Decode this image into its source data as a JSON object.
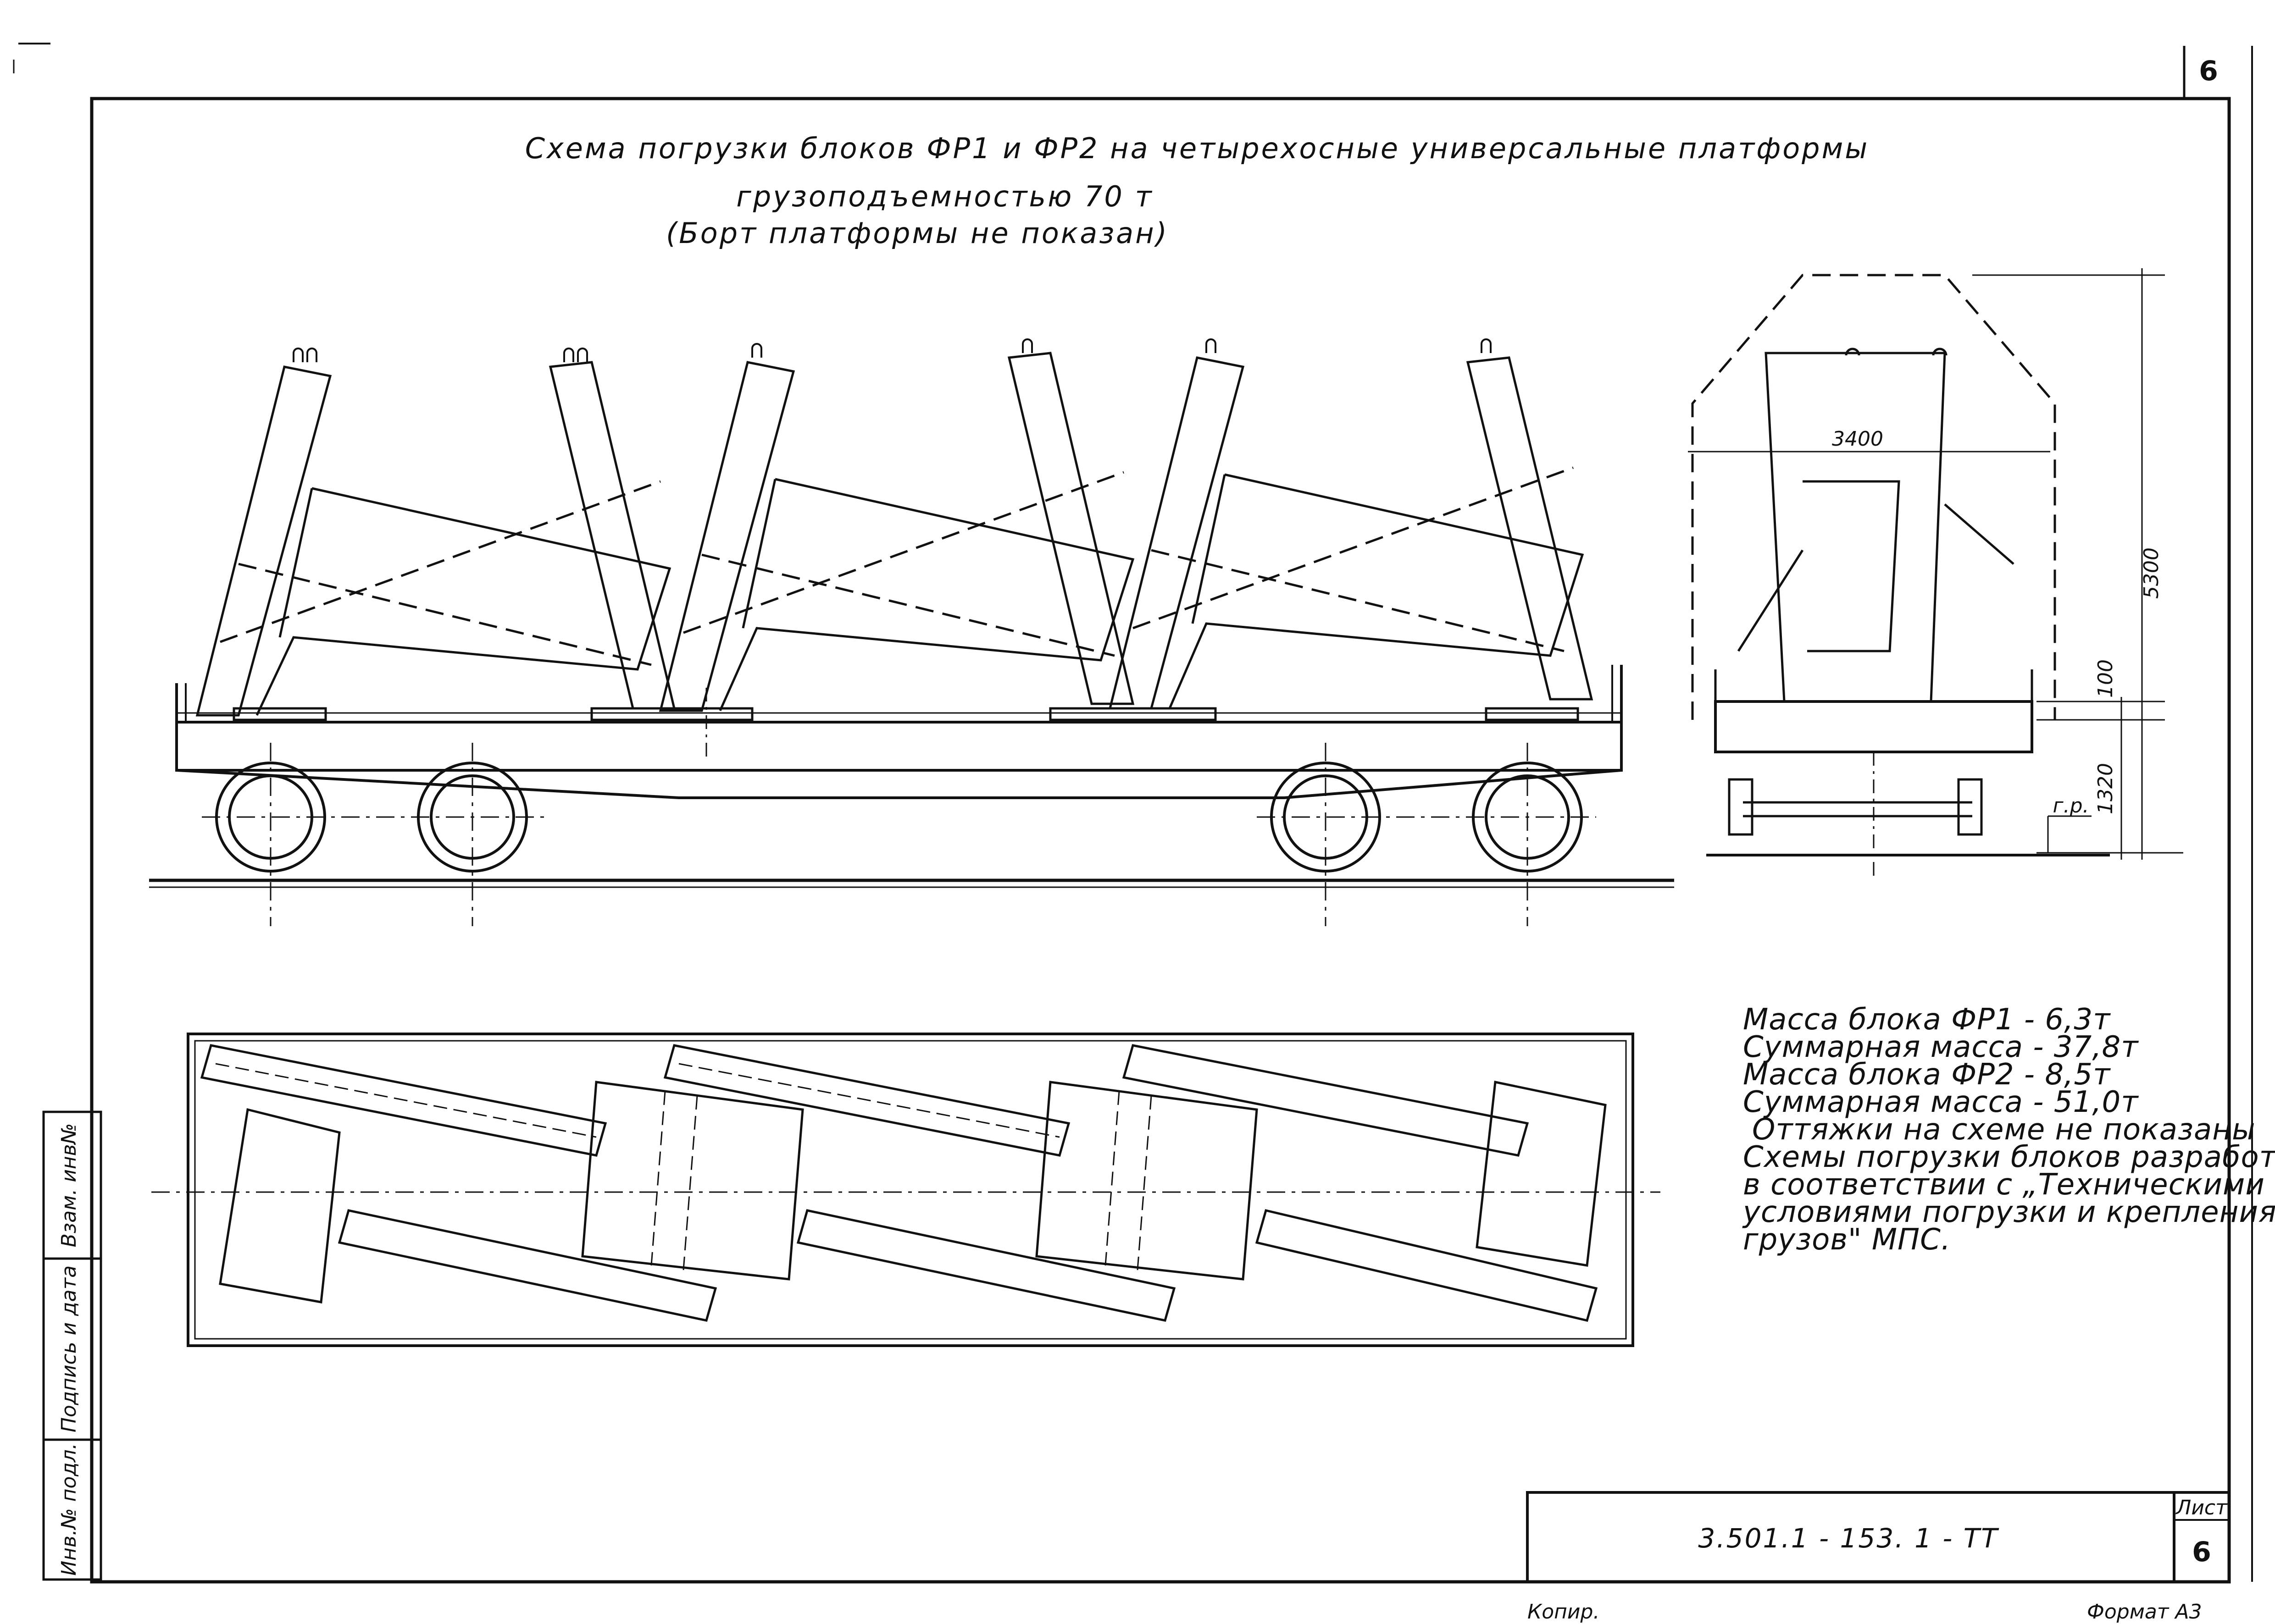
{
  "drawing": {
    "title_line1": "Схема погрузки блоков ФР1 и ФР2 на четырехосные универсальные платформы",
    "title_line2": "грузоподъемностью 70 т",
    "title_line3": "(Борт платформы не показан)"
  },
  "dimensions": {
    "width_3400": "3400",
    "height_5300": "5300",
    "height_100": "100",
    "height_1320": "1320",
    "rail_level": "г.р."
  },
  "notes": [
    "Масса блока ФР1   -  6,3т",
    "Суммарная масса   - 37,8т",
    "Масса блока ФР2   -  8,5т",
    "Суммарная масса   - 51,0т",
    "Оттяжки на схеме не показаны",
    "Схемы погрузки блоков разработаны",
    "в соответствии с „Техническими",
    "условиями погрузки и крепления",
    "грузов\" МПС."
  ],
  "stamp": {
    "field_1": "Взам. инв№",
    "field_2": "Подпись и дата",
    "field_3": "Инв.№ подл."
  },
  "title_block": {
    "doc_code": "3.501.1 - 153. 1 - ТТ",
    "sheet_label": "Лист",
    "sheet_number": "6",
    "top_sheet_number": "6",
    "copied_label": "Копир.",
    "format_label": "Формат А3"
  }
}
